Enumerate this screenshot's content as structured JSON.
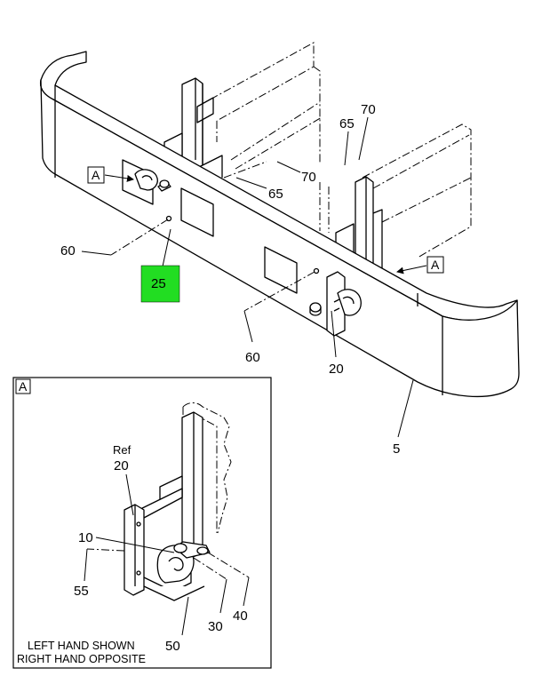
{
  "callouts": {
    "c5": "5",
    "c10": "10",
    "c20_main": "20",
    "c20_detail": "20",
    "ref_label": "Ref",
    "c25": "25",
    "c30": "30",
    "c40": "40",
    "c50": "50",
    "c55": "55",
    "c60_left": "60",
    "c60_bottom": "60",
    "c65_top": "65",
    "c65_mid": "65",
    "c70_top": "70",
    "c70_mid": "70"
  },
  "view_markers": {
    "left": "A",
    "right": "A",
    "detail": "A"
  },
  "notes": {
    "line1": "LEFT HAND SHOWN",
    "line2": "RIGHT HAND OPPOSITE"
  },
  "colors": {
    "highlight": "#22dd22",
    "line": "#000000"
  }
}
